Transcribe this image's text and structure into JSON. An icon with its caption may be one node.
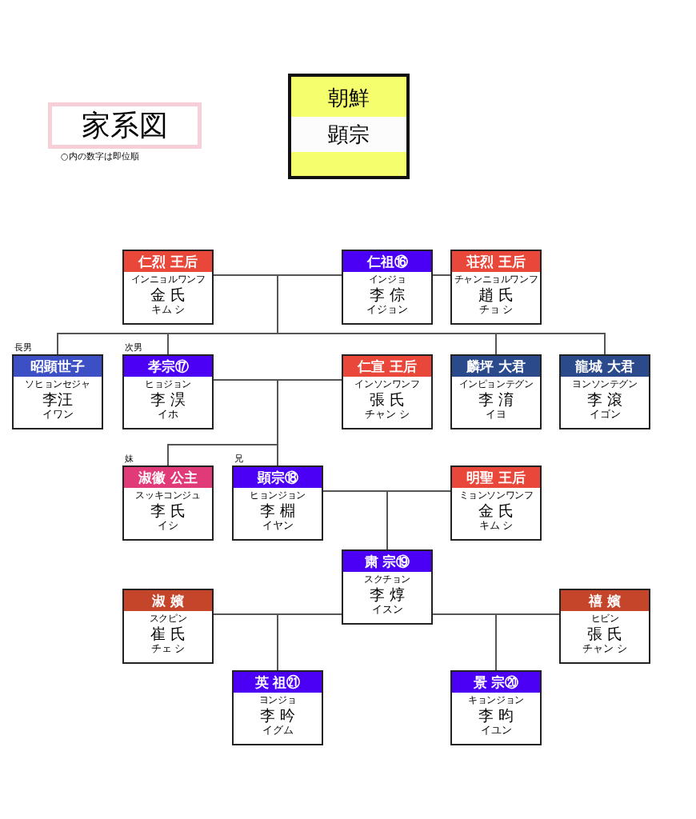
{
  "diagram": {
    "title": "家系図",
    "nodes": [
      {
        "text": [
          "朝鮮",
          "顕宗"
        ]
      },
      {
        "text": [
          "仁烈 王后",
          "インニョルワンフ",
          "金 氏",
          "キム シ"
        ]
      },
      {
        "text": [
          "仁祖⑯",
          "インジョ",
          "李 倧",
          "イジョン"
        ]
      },
      {
        "text": [
          "荘烈 王后",
          "チャンニョルワンフ",
          "趙 氏",
          "チョ シ"
        ]
      },
      {
        "text": [
          "昭顕世子",
          "ソヒョンセジャ",
          "李汪",
          "イワン"
        ],
        "beside": [
          "長男"
        ]
      },
      {
        "text": [
          "孝宗⑰",
          "ヒョジョン",
          "李 淏",
          "イホ"
        ],
        "beside": [
          "次男"
        ]
      },
      {
        "text": [
          "仁宣 王后",
          "インソンワンフ",
          "張 氏",
          "チャン シ"
        ]
      },
      {
        "text": [
          "麟坪 大君",
          "インピョンテグン",
          "李 淯",
          "イヨ"
        ]
      },
      {
        "text": [
          "龍城 大君",
          "ヨンソンテグン",
          "李 滾",
          "イゴン"
        ]
      },
      {
        "text": [
          "淑徽 公主",
          "スッキコンジュ",
          "李 氏",
          "イシ"
        ],
        "beside": [
          "妹"
        ]
      },
      {
        "text": [
          "顕宗⑱",
          "ヒョンジョン",
          "李 棩",
          "イヤン"
        ],
        "beside": [
          "兄"
        ]
      },
      {
        "text": [
          "明聖 王后",
          "ミョンソンワンフ",
          "金 氏",
          "キム シ"
        ]
      },
      {
        "text": [
          "粛 宗⑲",
          "スクチョン",
          "李 焞",
          "イスン"
        ]
      },
      {
        "text": [
          "淑 嬪",
          "スクピン",
          "崔 氏",
          "チェ シ"
        ]
      },
      {
        "text": [
          "禧 嬪",
          "ヒビン",
          "張 氏",
          "チャン シ"
        ]
      },
      {
        "text": [
          "英 祖㉑",
          "ヨンジョ",
          "李 昑",
          "イグム"
        ]
      },
      {
        "text": [
          "景 宗⑳",
          "キョンジョン",
          "李 昀",
          "イユン"
        ]
      }
    ],
    "edges": [
      {
        "from": 1,
        "to": 2,
        "arrow": "none"
      },
      {
        "from": 2,
        "to": 3,
        "arrow": "none"
      },
      {
        "from": 1,
        "to": 4,
        "arrow": "none"
      },
      {
        "from": 2,
        "to": 4,
        "arrow": "none"
      },
      {
        "from": 1,
        "to": 5,
        "arrow": "none"
      },
      {
        "from": 2,
        "to": 5,
        "arrow": "none"
      },
      {
        "from": 1,
        "to": 7,
        "arrow": "none"
      },
      {
        "from": 2,
        "to": 7,
        "arrow": "none"
      },
      {
        "from": 1,
        "to": 8,
        "arrow": "none"
      },
      {
        "from": 2,
        "to": 8,
        "arrow": "none"
      },
      {
        "from": 5,
        "to": 6,
        "arrow": "none"
      },
      {
        "from": 5,
        "to": 9,
        "arrow": "none"
      },
      {
        "from": 6,
        "to": 9,
        "arrow": "none"
      },
      {
        "from": 5,
        "to": 10,
        "arrow": "none"
      },
      {
        "from": 6,
        "to": 10,
        "arrow": "none"
      },
      {
        "from": 10,
        "to": 11,
        "arrow": "none"
      },
      {
        "from": 10,
        "to": 12,
        "arrow": "none"
      },
      {
        "from": 11,
        "to": 12,
        "arrow": "none"
      },
      {
        "from": 13,
        "to": 12,
        "arrow": "none"
      },
      {
        "from": 13,
        "to": 15,
        "arrow": "none"
      },
      {
        "from": 12,
        "to": 15,
        "arrow": "none"
      },
      {
        "from": 12,
        "to": 14,
        "arrow": "none"
      },
      {
        "from": 14,
        "to": 16,
        "arrow": "none"
      },
      {
        "from": 12,
        "to": 16,
        "arrow": "none"
      }
    ],
    "labels": [
      "○内の数字は即位順"
    ]
  }
}
